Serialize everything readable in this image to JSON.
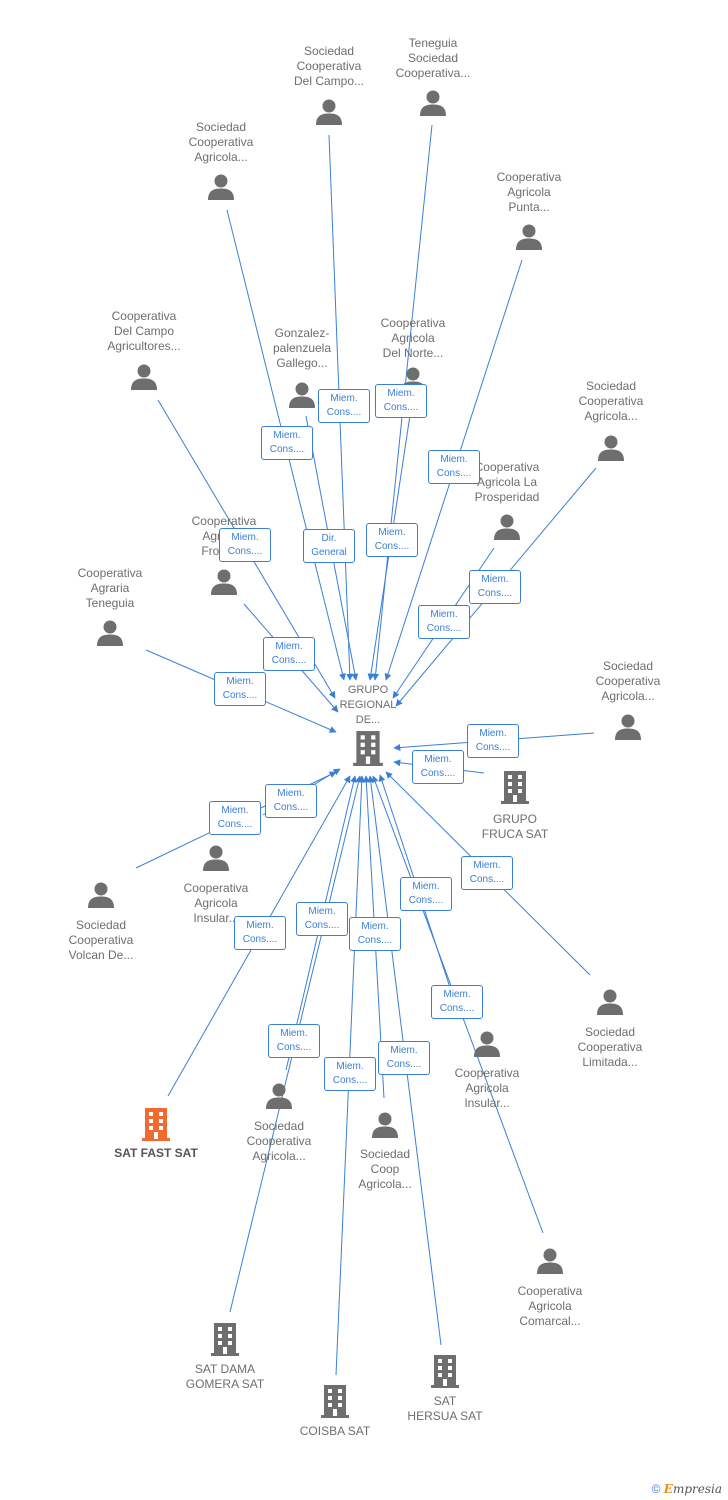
{
  "center": {
    "label": "GRUPO\nREGIONAL\nDE...",
    "type": "building"
  },
  "colors": {
    "edge": "#3a7fd6",
    "node": "#6e6e6e",
    "focus": "#f26a2e"
  },
  "nodes": [
    {
      "id": "n1",
      "label": "Sociedad\nCooperativa\nDel Campo...",
      "type": "person"
    },
    {
      "id": "n2",
      "label": "Teneguia\nSociedad\nCooperativa...",
      "type": "person"
    },
    {
      "id": "n3",
      "label": "Sociedad\nCooperativa\nAgricola...",
      "type": "person"
    },
    {
      "id": "n4",
      "label": "Cooperativa\nAgricola\nPunta...",
      "type": "person"
    },
    {
      "id": "n5",
      "label": "Cooperativa\nDel Campo\nAgricultores...",
      "type": "person"
    },
    {
      "id": "n6",
      "label": "Gonzalez-\npalenzuela\nGallego...",
      "type": "person"
    },
    {
      "id": "n7",
      "label": "Cooperativa\nAgricola\nDel Norte...",
      "type": "person"
    },
    {
      "id": "n8",
      "label": "Sociedad\nCooperativa\nAgricola...",
      "type": "person"
    },
    {
      "id": "n9",
      "label": "Cooperativa\nAgricola La\nProsperidad",
      "type": "person"
    },
    {
      "id": "n10",
      "label": "Cooperativa\nAgricola\nFrontera",
      "type": "person"
    },
    {
      "id": "n11",
      "label": "Cooperativa\nAgraria\nTeneguia",
      "type": "person"
    },
    {
      "id": "n12",
      "label": "Sociedad\nCooperativa\nAgricola...",
      "type": "person"
    },
    {
      "id": "n13",
      "label": "GRUPO\nFRUCA SAT",
      "type": "building"
    },
    {
      "id": "n14",
      "label": "Cooperativa\nAgricola\nInsular...",
      "type": "person"
    },
    {
      "id": "n15",
      "label": "Sociedad\nCooperativa\nVolcan De...",
      "type": "person"
    },
    {
      "id": "n16",
      "label": "Sociedad\nCooperativa\nLimitada...",
      "type": "person"
    },
    {
      "id": "n17",
      "label": "Cooperativa\nAgricola\nInsular...",
      "type": "person"
    },
    {
      "id": "n18",
      "label": "SAT FAST SAT",
      "type": "building-focus"
    },
    {
      "id": "n19",
      "label": "Sociedad\nCooperativa\nAgricola...",
      "type": "person"
    },
    {
      "id": "n20",
      "label": "Sociedad\nCoop\nAgricola...",
      "type": "person"
    },
    {
      "id": "n21",
      "label": "Cooperativa\nAgricola\nComarcal...",
      "type": "person"
    },
    {
      "id": "n22",
      "label": "SAT DAMA\nGOMERA SAT",
      "type": "building"
    },
    {
      "id": "n23",
      "label": "COISBA SAT",
      "type": "building"
    },
    {
      "id": "n24",
      "label": "SAT\nHERSUA SAT",
      "type": "building"
    }
  ],
  "edge_labels": [
    "Miem.\nCons....",
    "Miem.\nCons....",
    "Miem.\nCons....",
    "Miem.\nCons....",
    "Miem.\nCons....",
    "Dir.\nGeneral",
    "Miem.\nCons....",
    "Miem.\nCons....",
    "Miem.\nCons....",
    "Miem.\nCons....",
    "Miem.\nCons....",
    "Miem.\nCons....",
    "Miem.\nCons....",
    "Miem.\nCons....",
    "Miem.\nCons....",
    "Miem.\nCons....",
    "Miem.\nCons....",
    "Miem.\nCons....",
    "Miem.\nCons....",
    "Miem.\nCons....",
    "Miem.\nCons....",
    "Miem.\nCons....",
    "Miem.\nCons....",
    "Miem.\nCons...."
  ],
  "footer": {
    "copyright": "©",
    "brand_first": "E",
    "brand_rest": "mpresia"
  }
}
